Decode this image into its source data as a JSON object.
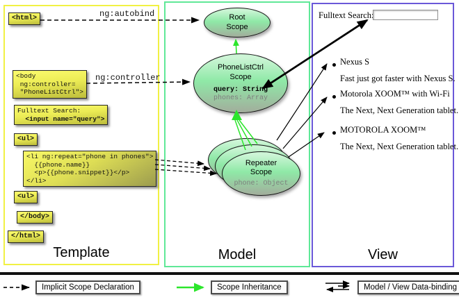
{
  "columns": {
    "template": "Template",
    "model": "Model",
    "view": "View"
  },
  "template_code": {
    "html_open": "<html>",
    "body_open_lines": [
      "<body",
      " ng:controller=",
      " \"PhoneListCtrl\">"
    ],
    "fulltext_label": "Fulltext Search:",
    "fulltext_input": "  <input name=\"query\">",
    "ul_open": "<ul>",
    "li_lines": [
      "<li ng:repeat=\"phone in phones\">",
      "  {{phone.name}}",
      "  <p>{{phone.snippet}}</p>",
      "</li>"
    ],
    "ul_close": "<ul>",
    "body_close": "</body>",
    "html_close": "</html>"
  },
  "directives": {
    "autobind": "ng:autobind",
    "controller": "ng:controller",
    "repeat": "ng:repeat"
  },
  "scopes": {
    "root": {
      "line1": "Root",
      "line2": "Scope"
    },
    "phonelist": {
      "line1": "PhoneListCtrl",
      "line2": "Scope",
      "prop_query": "query: String",
      "prop_phones": "phones: Array"
    },
    "repeater": {
      "line1": "Repeater",
      "line2": "Scope",
      "prop_phone": "phone: Object"
    }
  },
  "view": {
    "search_label": "Fulltext Search:",
    "search_value": "",
    "items": [
      {
        "name": "Nexus S",
        "desc": "Fast just got faster with Nexus S."
      },
      {
        "name": "Motorola XOOM™ with Wi-Fi",
        "desc": "The Next, Next Generation tablet."
      },
      {
        "name": "MOTOROLA XOOM™",
        "desc": "The Next, Next Generation tablet."
      }
    ]
  },
  "legend": {
    "implicit": "Implicit Scope Declaration",
    "inheritance": "Scope Inheritance",
    "binding": "Model / View Data-binding"
  },
  "colors": {
    "template_border": "#f1f143",
    "model_border": "#5fe897",
    "view_border": "#6a58d8",
    "scope_fill": "#8fe9a7",
    "code_box_fill": "#ecec55",
    "inheritance_green": "#2ce62c"
  }
}
